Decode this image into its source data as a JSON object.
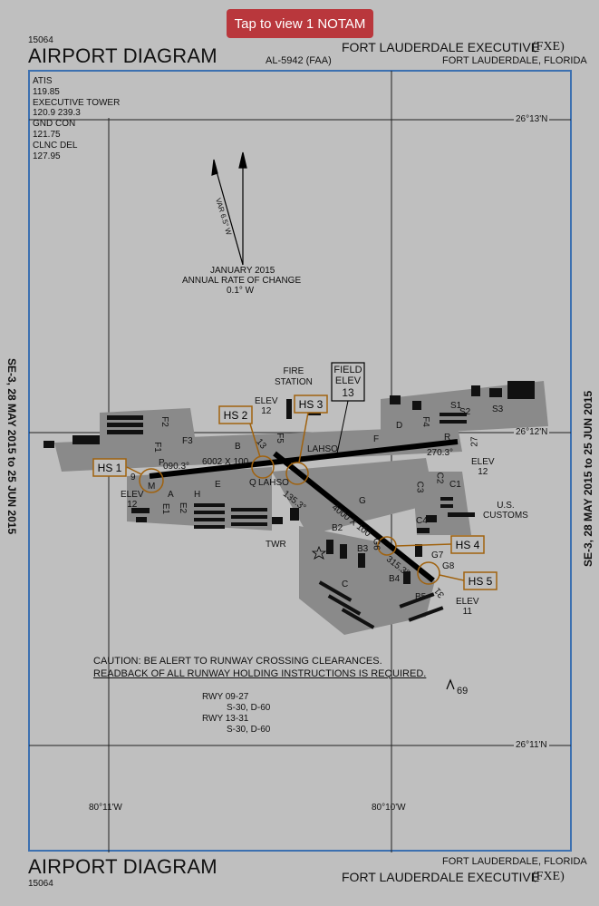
{
  "notam_button": "Tap to view 1 NOTAM",
  "header": {
    "procedure_number": "15064",
    "title": "AIRPORT DIAGRAM",
    "al_number": "AL-5942 (FAA)",
    "airport_name": "FORT LAUDERDALE EXECUTIVE",
    "airport_id": "(FXE)",
    "city_state": "FORT LAUDERDALE, FLORIDA"
  },
  "footer": {
    "title": "AIRPORT DIAGRAM",
    "procedure_number": "15064",
    "city_state": "FORT LAUDERDALE, FLORIDA",
    "airport_name": "FORT LAUDERDALE EXECUTIVE",
    "airport_id": "(FXE)"
  },
  "effective_dates": "SE-3, 28 MAY 2015 to 25 JUN 2015",
  "frequencies": [
    "ATIS",
    "119.85",
    "EXECUTIVE TOWER",
    "120.9 239.3",
    "GND CON",
    "121.75",
    "CLNC DEL",
    "127.95"
  ],
  "coordinates": {
    "lat_top": "26°13'N",
    "lat_mid": "26°12'N",
    "lat_bottom": "26°11'N",
    "lon_left": "80°11'W",
    "lon_right": "80°10'W"
  },
  "magnetic": {
    "variation": "VAR 6.5° W",
    "rate_line1": "JANUARY 2015",
    "rate_line2": "ANNUAL RATE OF CHANGE",
    "rate_line3": "0.1° W"
  },
  "runway_labels": {
    "rwy_09_heading": "090.3°",
    "rwy_09_dims": "6002 X 100",
    "rwy_27_heading": "270.3°",
    "rwy_13_heading": "135.3°",
    "rwy_13_dims": "4000 X 100",
    "rwy_31_heading": "315.3°",
    "end_9": "9",
    "end_27": "27",
    "end_13": "13",
    "end_31": "31"
  },
  "elevations": {
    "elev_12_top": "ELEV\n12",
    "elev_12_left": "ELEV\n12",
    "elev_12_right": "ELEV\n12",
    "elev_11": "ELEV\n11",
    "field_elev_label": "FIELD\nELEV",
    "field_elev_value": "13"
  },
  "hotspots": [
    "HS 1",
    "HS 2",
    "HS 3",
    "HS 4",
    "HS 5"
  ],
  "facilities": {
    "fire_station": "FIRE\nSTATION",
    "customs": "U.S.\nCUSTOMS",
    "tower": "TWR",
    "lahso_1": "LAHSO",
    "lahso_2": "LAHSO"
  },
  "taxiways": [
    "F3",
    "F2",
    "F1",
    "P",
    "M",
    "A",
    "E",
    "E1",
    "E2",
    "B",
    "C",
    "C1",
    "C2",
    "C3",
    "C4",
    "D",
    "F",
    "G",
    "G7",
    "G8",
    "B2",
    "B3",
    "B4",
    "B5",
    "S1",
    "S2",
    "S3",
    "R",
    "H",
    "Q",
    "F4",
    "F5",
    "G6"
  ],
  "caution": {
    "line1": "CAUTION: BE ALERT TO RUNWAY CROSSING CLEARANCES.",
    "line2": "READBACK OF ALL RUNWAY HOLDING INSTRUCTIONS IS REQUIRED."
  },
  "runway_strength": [
    "RWY 09-27",
    "S-30, D-60",
    "RWY 13-31",
    "S-30, D-60"
  ],
  "obstacle_elev": "69",
  "colors": {
    "map_border": "#3c70b0",
    "hotspot": "#a0620e",
    "button": "#b9373c",
    "background": "#bfbfbf"
  }
}
